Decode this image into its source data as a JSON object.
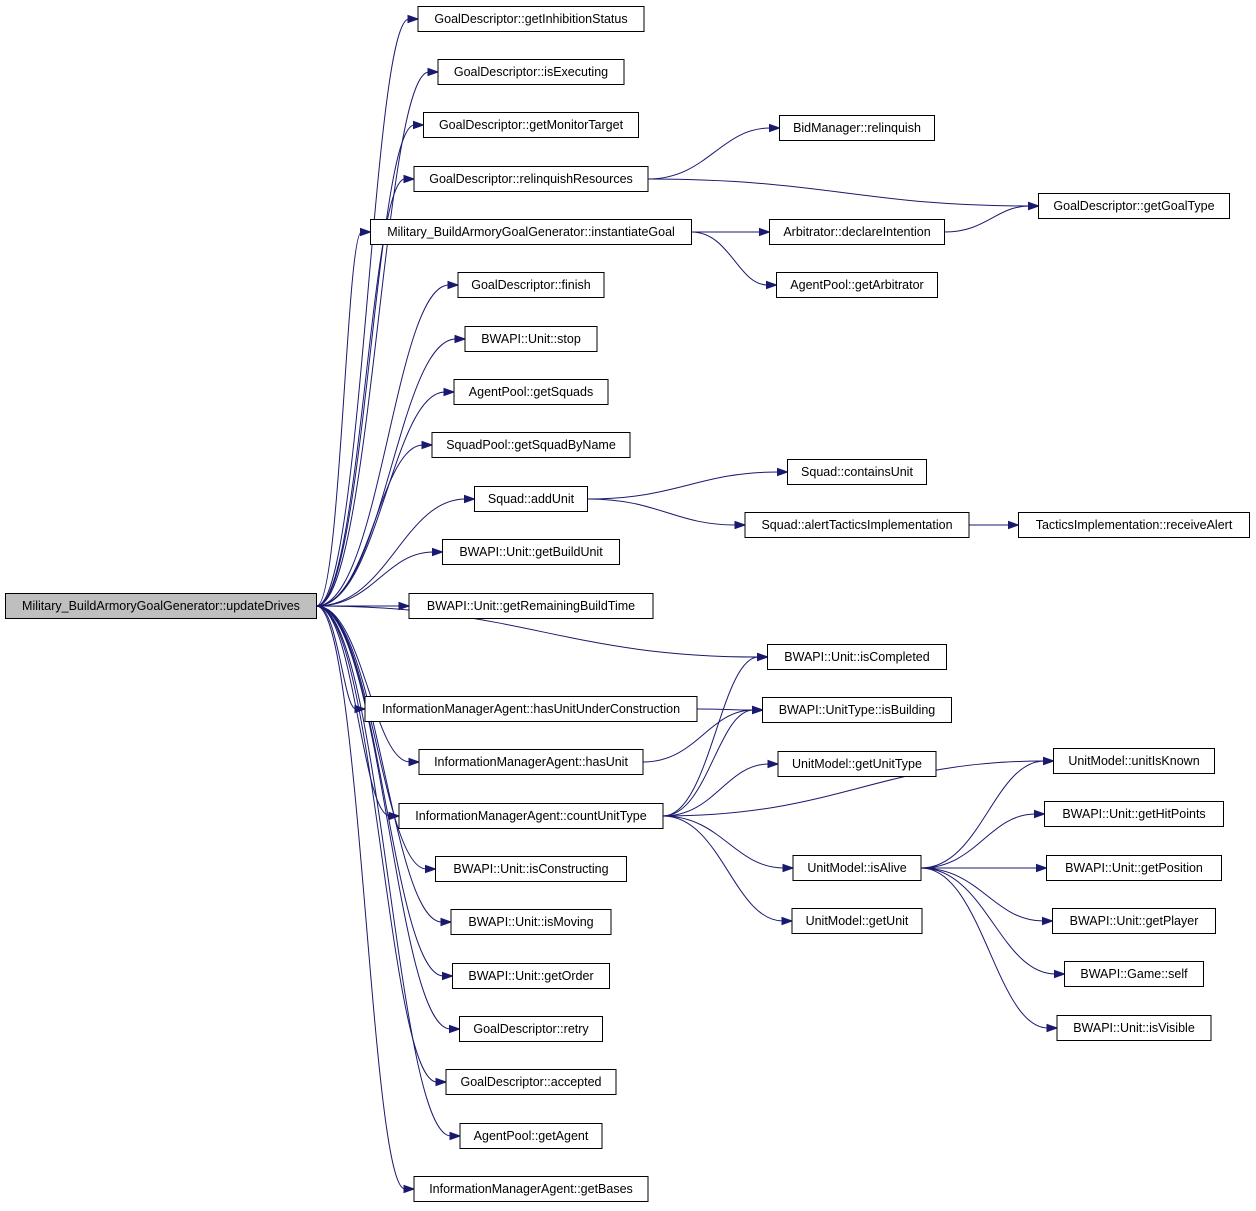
{
  "graph": {
    "root": "Military_BuildArmoryGoalGenerator::updateDrives",
    "nodes": [
      {
        "id": "updateDrives",
        "label": "Military_BuildArmoryGoalGenerator::updateDrives",
        "root": true
      },
      {
        "id": "getInhibitionStatus",
        "label": "GoalDescriptor::getInhibitionStatus"
      },
      {
        "id": "isExecuting",
        "label": "GoalDescriptor::isExecuting"
      },
      {
        "id": "getMonitorTarget",
        "label": "GoalDescriptor::getMonitorTarget"
      },
      {
        "id": "relinquishResources",
        "label": "GoalDescriptor::relinquishResources"
      },
      {
        "id": "instantiateGoal",
        "label": "Military_BuildArmoryGoalGenerator::instantiateGoal"
      },
      {
        "id": "finish",
        "label": "GoalDescriptor::finish"
      },
      {
        "id": "stop",
        "label": "BWAPI::Unit::stop"
      },
      {
        "id": "getSquads",
        "label": "AgentPool::getSquads"
      },
      {
        "id": "getSquadByName",
        "label": "SquadPool::getSquadByName"
      },
      {
        "id": "addUnit",
        "label": "Squad::addUnit"
      },
      {
        "id": "getBuildUnit",
        "label": "BWAPI::Unit::getBuildUnit"
      },
      {
        "id": "getRemainingBuildTime",
        "label": "BWAPI::Unit::getRemainingBuildTime"
      },
      {
        "id": "hasUnitUnderConstruction",
        "label": "InformationManagerAgent::hasUnitUnderConstruction"
      },
      {
        "id": "hasUnit",
        "label": "InformationManagerAgent::hasUnit"
      },
      {
        "id": "countUnitType",
        "label": "InformationManagerAgent::countUnitType"
      },
      {
        "id": "isConstructing",
        "label": "BWAPI::Unit::isConstructing"
      },
      {
        "id": "isMoving",
        "label": "BWAPI::Unit::isMoving"
      },
      {
        "id": "getOrder",
        "label": "BWAPI::Unit::getOrder"
      },
      {
        "id": "retry",
        "label": "GoalDescriptor::retry"
      },
      {
        "id": "accepted",
        "label": "GoalDescriptor::accepted"
      },
      {
        "id": "getAgent",
        "label": "AgentPool::getAgent"
      },
      {
        "id": "getBases",
        "label": "InformationManagerAgent::getBases"
      },
      {
        "id": "relinquish",
        "label": "BidManager::relinquish"
      },
      {
        "id": "declareIntention",
        "label": "Arbitrator::declareIntention"
      },
      {
        "id": "getArbitrator",
        "label": "AgentPool::getArbitrator"
      },
      {
        "id": "containsUnit",
        "label": "Squad::containsUnit"
      },
      {
        "id": "alertTactics",
        "label": "Squad::alertTacticsImplementation"
      },
      {
        "id": "isCompleted",
        "label": "BWAPI::Unit::isCompleted"
      },
      {
        "id": "isBuilding",
        "label": "BWAPI::UnitType::isBuilding"
      },
      {
        "id": "getUnitType",
        "label": "UnitModel::getUnitType"
      },
      {
        "id": "isAlive",
        "label": "UnitModel::isAlive"
      },
      {
        "id": "getUnit",
        "label": "UnitModel::getUnit"
      },
      {
        "id": "getGoalType",
        "label": "GoalDescriptor::getGoalType"
      },
      {
        "id": "receiveAlert",
        "label": "TacticsImplementation::receiveAlert"
      },
      {
        "id": "unitIsKnown",
        "label": "UnitModel::unitIsKnown"
      },
      {
        "id": "getHitPoints",
        "label": "BWAPI::Unit::getHitPoints"
      },
      {
        "id": "getPosition",
        "label": "BWAPI::Unit::getPosition"
      },
      {
        "id": "getPlayer",
        "label": "BWAPI::Unit::getPlayer"
      },
      {
        "id": "gameSelf",
        "label": "BWAPI::Game::self"
      },
      {
        "id": "isVisible",
        "label": "BWAPI::Unit::isVisible"
      }
    ],
    "edges": [
      [
        "updateDrives",
        "getInhibitionStatus"
      ],
      [
        "updateDrives",
        "isExecuting"
      ],
      [
        "updateDrives",
        "getMonitorTarget"
      ],
      [
        "updateDrives",
        "relinquishResources"
      ],
      [
        "updateDrives",
        "instantiateGoal"
      ],
      [
        "updateDrives",
        "finish"
      ],
      [
        "updateDrives",
        "stop"
      ],
      [
        "updateDrives",
        "getSquads"
      ],
      [
        "updateDrives",
        "getSquadByName"
      ],
      [
        "updateDrives",
        "addUnit"
      ],
      [
        "updateDrives",
        "getBuildUnit"
      ],
      [
        "updateDrives",
        "getRemainingBuildTime"
      ],
      [
        "updateDrives",
        "isCompleted"
      ],
      [
        "updateDrives",
        "hasUnitUnderConstruction"
      ],
      [
        "updateDrives",
        "hasUnit"
      ],
      [
        "updateDrives",
        "countUnitType"
      ],
      [
        "updateDrives",
        "isConstructing"
      ],
      [
        "updateDrives",
        "isMoving"
      ],
      [
        "updateDrives",
        "getOrder"
      ],
      [
        "updateDrives",
        "retry"
      ],
      [
        "updateDrives",
        "accepted"
      ],
      [
        "updateDrives",
        "getAgent"
      ],
      [
        "updateDrives",
        "getBases"
      ],
      [
        "relinquishResources",
        "relinquish"
      ],
      [
        "relinquishResources",
        "getGoalType"
      ],
      [
        "instantiateGoal",
        "declareIntention"
      ],
      [
        "instantiateGoal",
        "getArbitrator"
      ],
      [
        "declareIntention",
        "getGoalType"
      ],
      [
        "addUnit",
        "containsUnit"
      ],
      [
        "addUnit",
        "alertTactics"
      ],
      [
        "alertTactics",
        "receiveAlert"
      ],
      [
        "hasUnitUnderConstruction",
        "isBuilding"
      ],
      [
        "hasUnit",
        "isBuilding"
      ],
      [
        "countUnitType",
        "isCompleted"
      ],
      [
        "countUnitType",
        "isBuilding"
      ],
      [
        "countUnitType",
        "getUnitType"
      ],
      [
        "countUnitType",
        "unitIsKnown"
      ],
      [
        "countUnitType",
        "isAlive"
      ],
      [
        "countUnitType",
        "getUnit"
      ],
      [
        "isAlive",
        "unitIsKnown"
      ],
      [
        "isAlive",
        "getHitPoints"
      ],
      [
        "isAlive",
        "getPosition"
      ],
      [
        "isAlive",
        "getPlayer"
      ],
      [
        "isAlive",
        "gameSelf"
      ],
      [
        "isAlive",
        "isVisible"
      ]
    ]
  }
}
